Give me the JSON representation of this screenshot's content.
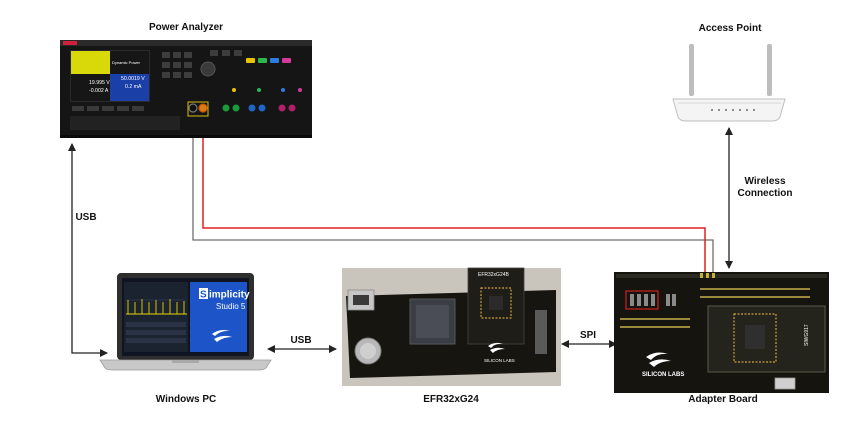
{
  "labels": {
    "power_analyzer": "Power Analyzer",
    "access_point": "Access Point",
    "wireless_line1": "Wireless",
    "wireless_line2": "Connection",
    "usb_vertical": "USB",
    "usb_horizontal": "USB",
    "spi": "SPI",
    "windows_pc": "Windows PC",
    "efr_board": "EFR32xG24",
    "adapter_board": "Adapter Board"
  },
  "analyzer_screen": {
    "ch1_voltage": "19.995 V",
    "ch1_current": "-0.002 A",
    "ch2_voltage": "50.0019 V",
    "ch2_current": "0.2 mA",
    "mode": "Dynamic Power"
  },
  "laptop_screen": {
    "brand_prefix": "S",
    "brand_rest": "implicity",
    "product": "Studio 5"
  },
  "board_markings": {
    "efr_module": "EFR32xG24B",
    "silicon_labs": "SILICON LABS",
    "adapter_module": "SIWG917"
  },
  "colors": {
    "power_wire": "#e02020",
    "ground_wire": "#6e6e6e",
    "arrow": "#222222",
    "pcb": "#15140f",
    "brand_red": "#d0203a"
  }
}
